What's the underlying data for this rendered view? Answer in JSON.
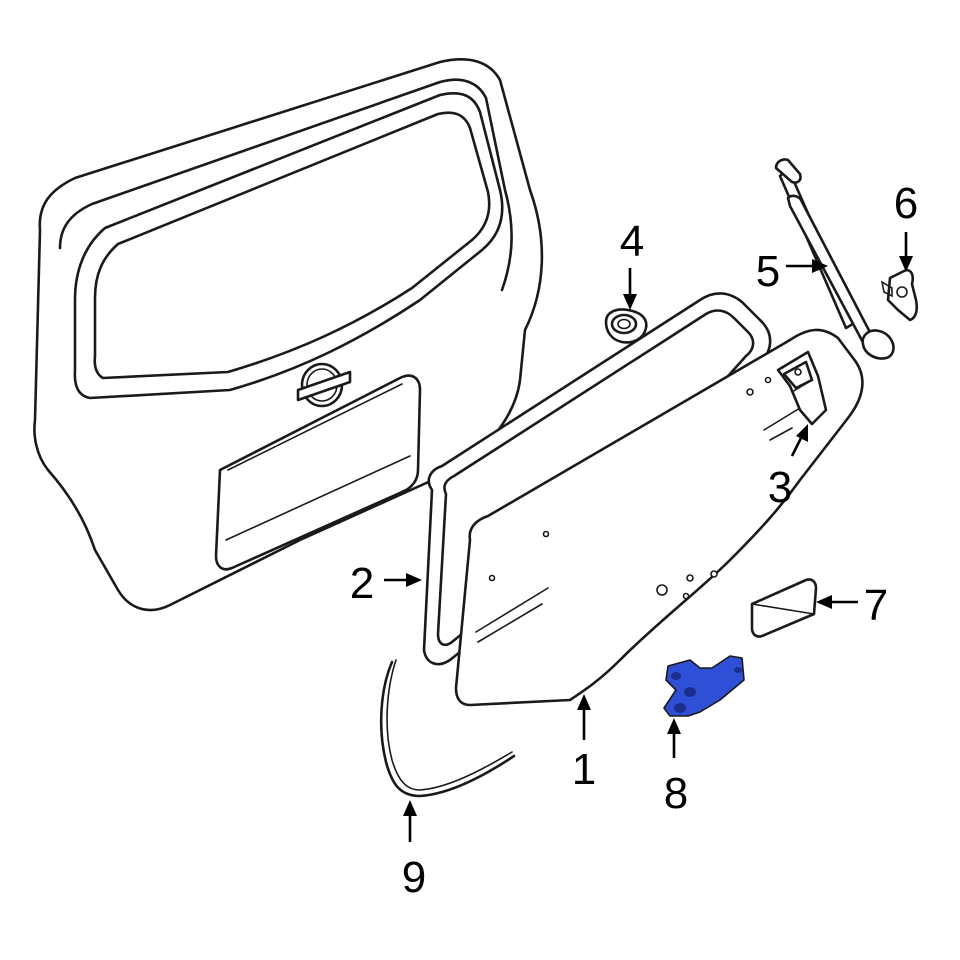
{
  "callouts": [
    {
      "id": "1",
      "label": "1"
    },
    {
      "id": "2",
      "label": "2"
    },
    {
      "id": "3",
      "label": "3"
    },
    {
      "id": "4",
      "label": "4"
    },
    {
      "id": "5",
      "label": "5"
    },
    {
      "id": "6",
      "label": "6"
    },
    {
      "id": "7",
      "label": "7"
    },
    {
      "id": "8",
      "label": "8"
    },
    {
      "id": "9",
      "label": "9"
    }
  ],
  "colors": {
    "line": "#1a1a1a",
    "highlight_part": "#2f4fd6",
    "background": "#ffffff"
  },
  "highlighted_part": "8"
}
